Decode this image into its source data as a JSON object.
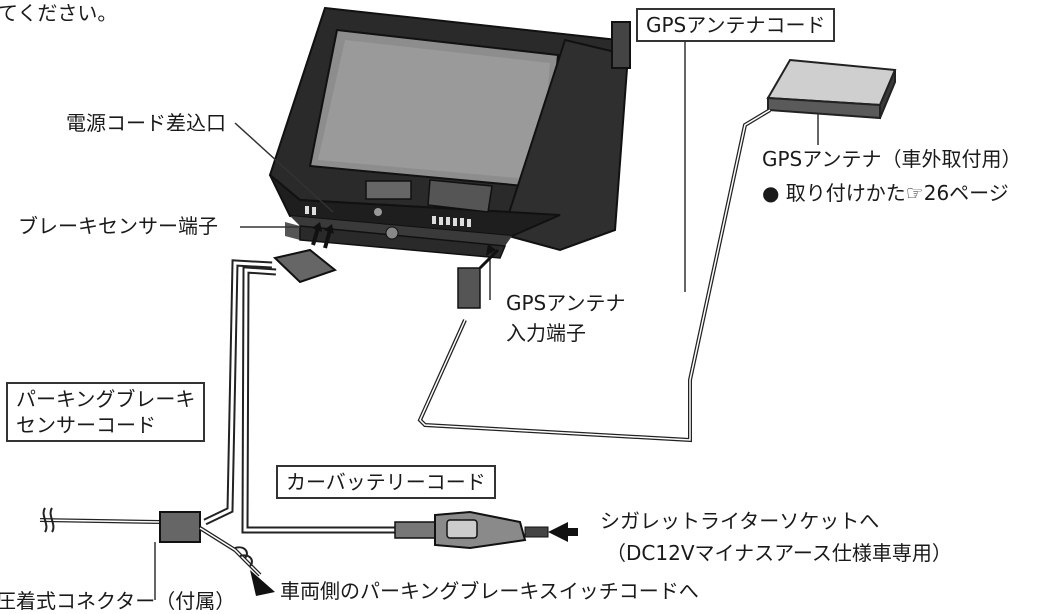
{
  "top_fragment": "てください。",
  "labels": {
    "gps_antenna_cord": "GPSアンテナコード",
    "power_cord_inlet": "電源コード差込口",
    "gps_antenna": "GPSアンテナ（車外取付用）",
    "gps_mount_ref": "● 取り付けかた☞26ページ",
    "brake_sensor_terminal": "ブレーキセンサー端子",
    "gps_input_line1": "GPSアンテナ",
    "gps_input_line2": "入力端子",
    "parking_brake_line1": "パーキングブレーキ",
    "parking_brake_line2": "センサーコード",
    "car_battery_cord": "カーバッテリーコード",
    "to_cigarette_line1": "シガレットライターソケットへ",
    "to_cigarette_line2": "（DC12Vマイナスアース仕様車専用）",
    "crimp_connector": "圧着式コネクター（付属）",
    "to_vehicle_brake": "車両側のパーキングブレーキスイッチコードへ"
  },
  "colors": {
    "line": "#222222",
    "device": "#1e1e1e",
    "screen": "#8d8d8d",
    "text": "#1a1a1a"
  }
}
